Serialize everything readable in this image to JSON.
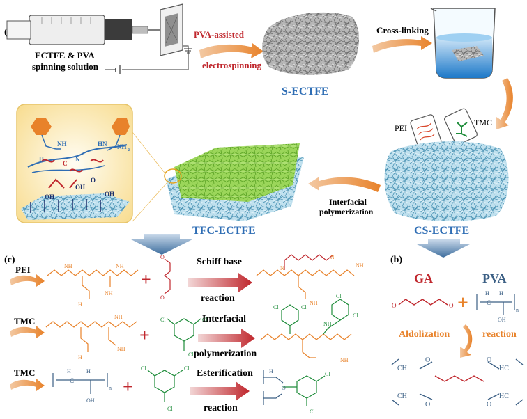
{
  "panels": {
    "a": "(a)",
    "b": "(b)",
    "c": "(c)"
  },
  "top": {
    "spinning_label_1": "ECTFE & PVA",
    "spinning_label_2": "spinning solution",
    "process_1a": "PVA-assisted",
    "process_1b": "electrospinning",
    "cross_linking": "Cross-linking",
    "s_ectfe": "S-ECTFE",
    "cs_ectfe": "CS-ECTFE",
    "tfc_ectfe": "TFC-ECTFE",
    "interfacial_a": "Interfacial",
    "interfacial_b": "polymerization",
    "pei_vial": "PEI",
    "tmc_vial": "TMC"
  },
  "inset": {
    "nh": "NH",
    "hn": "HN",
    "nh2": "NH",
    "h": "H",
    "n": "N",
    "c": "C",
    "o": "O",
    "oh": "OH",
    "sub2": "2"
  },
  "reactions": {
    "pei_label": "PEI",
    "tmc_label_1": "TMC",
    "tmc_label_2": "TMC",
    "r1_a": "Schiff base",
    "r1_b": "reaction",
    "r2_a": "Interfacial",
    "r2_b": "polymerization",
    "r3_a": "Esterification",
    "r3_b": "reaction",
    "ga": "GA",
    "pva": "PVA",
    "aldol": "Aldolization",
    "aldol_reaction": "reaction",
    "nh": "NH",
    "h2n": "H",
    "nh2": "NH",
    "sub2": "2",
    "o": "O",
    "oh": "OH",
    "cl": "Cl",
    "h2": "H",
    "c": "C",
    "ch": "CH",
    "hc": "HC",
    "n": "n",
    "nn": "N"
  },
  "colors": {
    "red": "#c0272d",
    "blue": "#2e6db4",
    "orange": "#e8822a",
    "green": "#1e8c3a",
    "slate": "#3b5f84",
    "ga_red": "#c0272d",
    "inset_bg": "#fbe9b5"
  }
}
